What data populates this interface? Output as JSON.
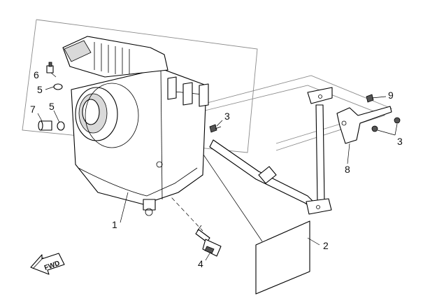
{
  "callouts": [
    "1",
    "2",
    "3",
    "3",
    "4",
    "5",
    "5",
    "6",
    "7",
    "8",
    "9"
  ],
  "direction_arrow": {
    "text": "FWD",
    "icon": "forward-arrow-icon"
  }
}
